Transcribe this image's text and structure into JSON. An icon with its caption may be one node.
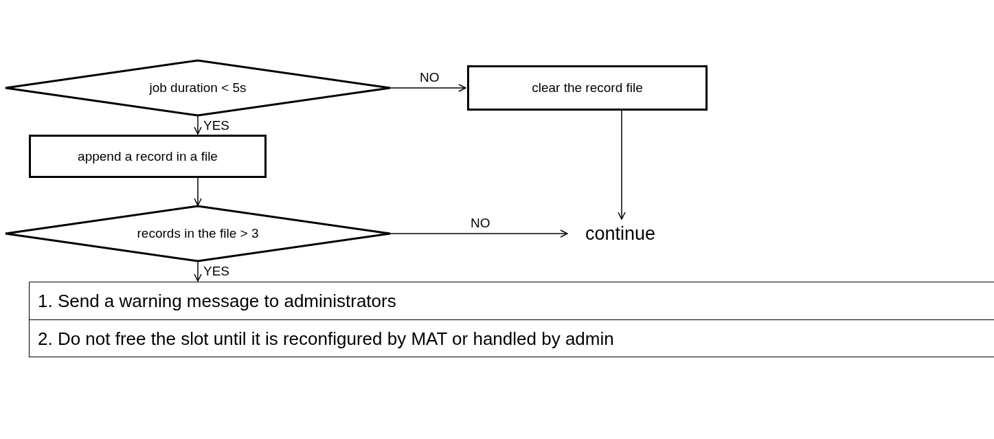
{
  "diagram": {
    "nodes": [
      {
        "text": [
          "job duration < 5s"
        ]
      },
      {
        "text": [
          "clear the record file"
        ]
      },
      {
        "text": [
          "append a record in a file"
        ]
      },
      {
        "text": [
          "records in the file > 3"
        ]
      },
      {
        "text": [
          "continue"
        ]
      },
      {
        "text": [
          "1. Send a warning message to administrators",
          "2. Do not free the slot until it is reconfigured by MAT or handled by admin"
        ]
      }
    ],
    "edges": [
      {
        "from": 0,
        "to": 1,
        "arrow": "to",
        "label": "NO"
      },
      {
        "from": 0,
        "to": 2,
        "arrow": "to",
        "label": "YES"
      },
      {
        "from": 1,
        "to": 4,
        "arrow": "to"
      },
      {
        "from": 2,
        "to": 3,
        "arrow": "to"
      },
      {
        "from": 3,
        "to": 4,
        "arrow": "to",
        "label": "NO"
      },
      {
        "from": 3,
        "to": 5,
        "arrow": "to",
        "label": "YES"
      }
    ]
  }
}
